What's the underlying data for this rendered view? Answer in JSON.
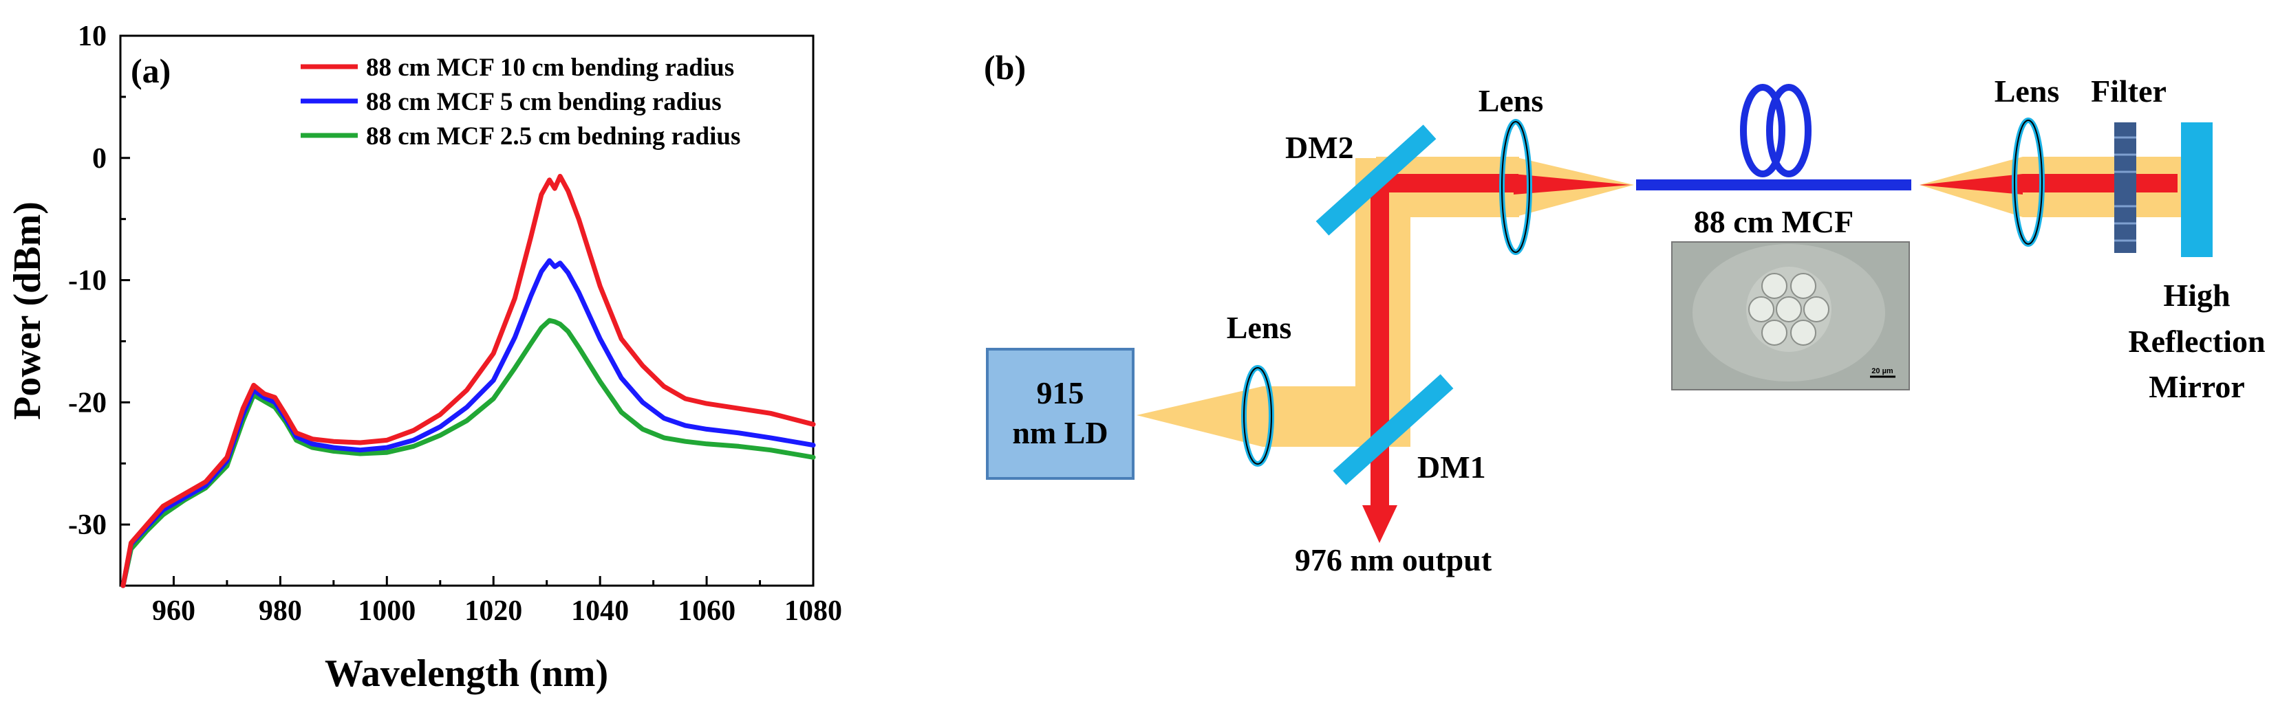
{
  "panel_a": {
    "label": "(a)"
  },
  "panel_b": {
    "label": "(b)"
  },
  "chart_data": {
    "type": "line",
    "title": "",
    "xlabel": "Wavelength (nm)",
    "ylabel": "Power (dBm)",
    "xlim": [
      950,
      1080
    ],
    "ylim": [
      -35,
      10
    ],
    "xticks": [
      960,
      980,
      1000,
      1020,
      1040,
      1060,
      1080
    ],
    "yticks": [
      10,
      0,
      -10,
      -20,
      -30
    ],
    "xtick_labels": [
      "960",
      "980",
      "1000",
      "1020",
      "1040",
      "1060",
      "1080"
    ],
    "ytick_labels": [
      "10",
      "0",
      "-10",
      "-20",
      "-30"
    ],
    "grid": false,
    "legend_position": "top-right",
    "series": [
      {
        "name": "88 cm MCF 10 cm bending radius",
        "color": "#ee1c24",
        "x": [
          950.5,
          952,
          955,
          958,
          962,
          966,
          970,
          973,
          975,
          977,
          979,
          981,
          983,
          986,
          990,
          995,
          1000,
          1005,
          1010,
          1015,
          1020,
          1024,
          1027,
          1029,
          1030.5,
          1031.5,
          1032.5,
          1034,
          1036,
          1040,
          1044,
          1048,
          1052,
          1056,
          1060,
          1066,
          1072,
          1080
        ],
        "y": [
          -35,
          -31.5,
          -30,
          -28.5,
          -27.5,
          -26.5,
          -24.5,
          -20.5,
          -18.6,
          -19.3,
          -19.6,
          -21,
          -22.5,
          -23,
          -23.2,
          -23.3,
          -23.1,
          -22.3,
          -21,
          -19,
          -16,
          -11.5,
          -6.5,
          -3,
          -1.8,
          -2.5,
          -1.5,
          -2.7,
          -5,
          -10.5,
          -14.8,
          -17,
          -18.7,
          -19.7,
          -20.1,
          -20.5,
          -20.9,
          -21.8
        ]
      },
      {
        "name": "88 cm MCF 5 cm bending radius",
        "color": "#1a1aff",
        "x": [
          950.5,
          952,
          955,
          958,
          962,
          966,
          970,
          973,
          975,
          977,
          979,
          981,
          983,
          986,
          990,
          995,
          1000,
          1005,
          1010,
          1015,
          1020,
          1024,
          1027,
          1029,
          1030.5,
          1031.5,
          1032.5,
          1034,
          1036,
          1040,
          1044,
          1048,
          1052,
          1056,
          1060,
          1066,
          1072,
          1080
        ],
        "y": [
          -35,
          -31.6,
          -30.2,
          -28.8,
          -27.8,
          -26.8,
          -24.8,
          -21,
          -19,
          -19.6,
          -20,
          -21.3,
          -22.8,
          -23.4,
          -23.7,
          -23.9,
          -23.7,
          -23.1,
          -22,
          -20.4,
          -18.2,
          -14.7,
          -11.3,
          -9.3,
          -8.4,
          -8.9,
          -8.6,
          -9.4,
          -11,
          -14.8,
          -18,
          -20,
          -21.3,
          -21.9,
          -22.2,
          -22.5,
          -22.9,
          -23.5
        ]
      },
      {
        "name": "88 cm MCF 2.5 cm bedning radius",
        "color": "#21a735",
        "x": [
          950.5,
          952,
          955,
          958,
          962,
          966,
          970,
          973,
          975,
          977,
          979,
          981,
          983,
          986,
          990,
          995,
          1000,
          1005,
          1010,
          1015,
          1020,
          1024,
          1027,
          1029,
          1030.5,
          1031.5,
          1032.5,
          1034,
          1036,
          1040,
          1044,
          1048,
          1052,
          1056,
          1060,
          1066,
          1072,
          1080
        ],
        "y": [
          -35,
          -32,
          -30.5,
          -29.2,
          -28,
          -27,
          -25.2,
          -21.5,
          -19.4,
          -19.9,
          -20.4,
          -21.6,
          -23.1,
          -23.7,
          -24,
          -24.2,
          -24.1,
          -23.6,
          -22.7,
          -21.5,
          -19.7,
          -17.2,
          -15.2,
          -13.9,
          -13.3,
          -13.4,
          -13.6,
          -14.2,
          -15.5,
          -18.3,
          -20.8,
          -22.2,
          -22.9,
          -23.2,
          -23.4,
          -23.6,
          -23.9,
          -24.5
        ]
      }
    ]
  },
  "diagram": {
    "ld_label_line1": "915",
    "ld_label_line2": "nm LD",
    "lens_labels": [
      "Lens",
      "Lens",
      "Lens"
    ],
    "dm1_label": "DM1",
    "dm2_label": "DM2",
    "fiber_label": "88 cm MCF",
    "filter_label": "Filter",
    "mirror_label_lines": [
      "High",
      "Reflection",
      "Mirror"
    ],
    "output_label": "976 nm output",
    "scale_bar_label": "20 µm",
    "colors": {
      "pump_beam": "#fcd27a",
      "laser_beam": "#ee1c24",
      "fiber": "#1a2ee0",
      "mirror": "#1ab2e6",
      "ld_fill": "#8fbde6"
    }
  }
}
